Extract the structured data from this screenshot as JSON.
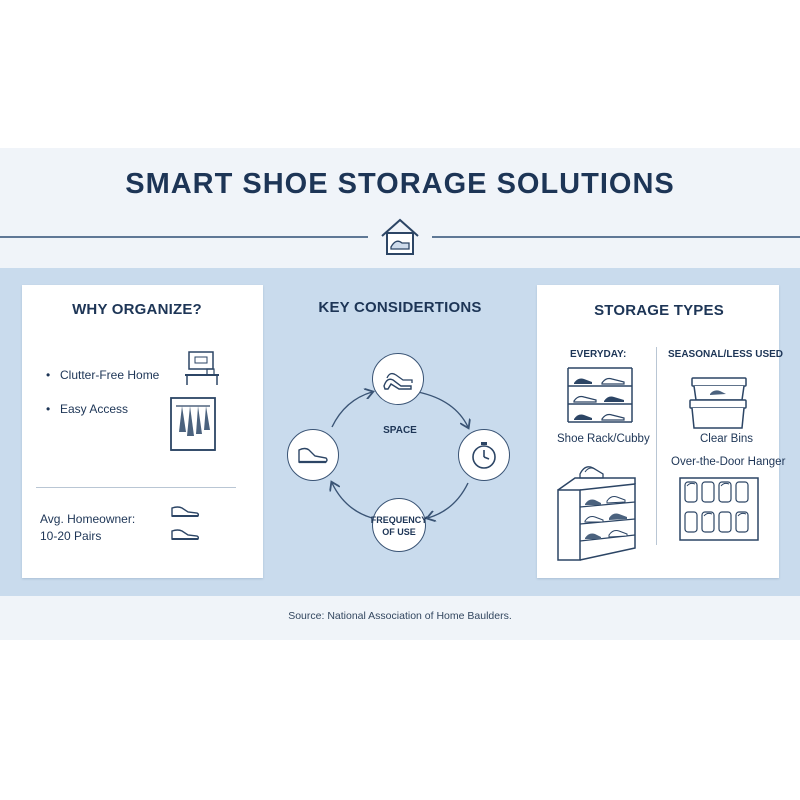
{
  "title": "SMART SHOE STORAGE SOLUTIONS",
  "why_organize": {
    "heading": "WHY ORGANIZE?",
    "bullets": [
      "Clutter-Free Home",
      "Easy Access"
    ],
    "stat_line1": "Avg. Homeowner:",
    "stat_line2": "10-20 Pairs"
  },
  "key_considerations": {
    "heading": "KEY CONSIDERTIONS",
    "items": [
      "SPACE",
      "FREQUENCY",
      "OF USE"
    ]
  },
  "storage_types": {
    "heading": "STORAGE TYPES",
    "everyday_label": "EVERYDAY:",
    "seasonal_label": "SEASONAL/LESS USED",
    "rack_label": "Shoe Rack/Cubby",
    "bins_label": "Clear Bins",
    "hanger_label": "Over-the-Door Hanger"
  },
  "source": "Source: National Association of Home Baulders.",
  "icons": [
    "house-icon",
    "shelf-icon",
    "closet-icon",
    "sneaker-icon",
    "high-heel-icon",
    "stopwatch-icon",
    "shoe-rack-icon",
    "clear-bins-icon",
    "door-hanger-icon"
  ],
  "colors": {
    "navy": "#1d3556",
    "band": "#f0f4f9",
    "blue_panel": "#c9dbed",
    "line": "#3a5475"
  }
}
